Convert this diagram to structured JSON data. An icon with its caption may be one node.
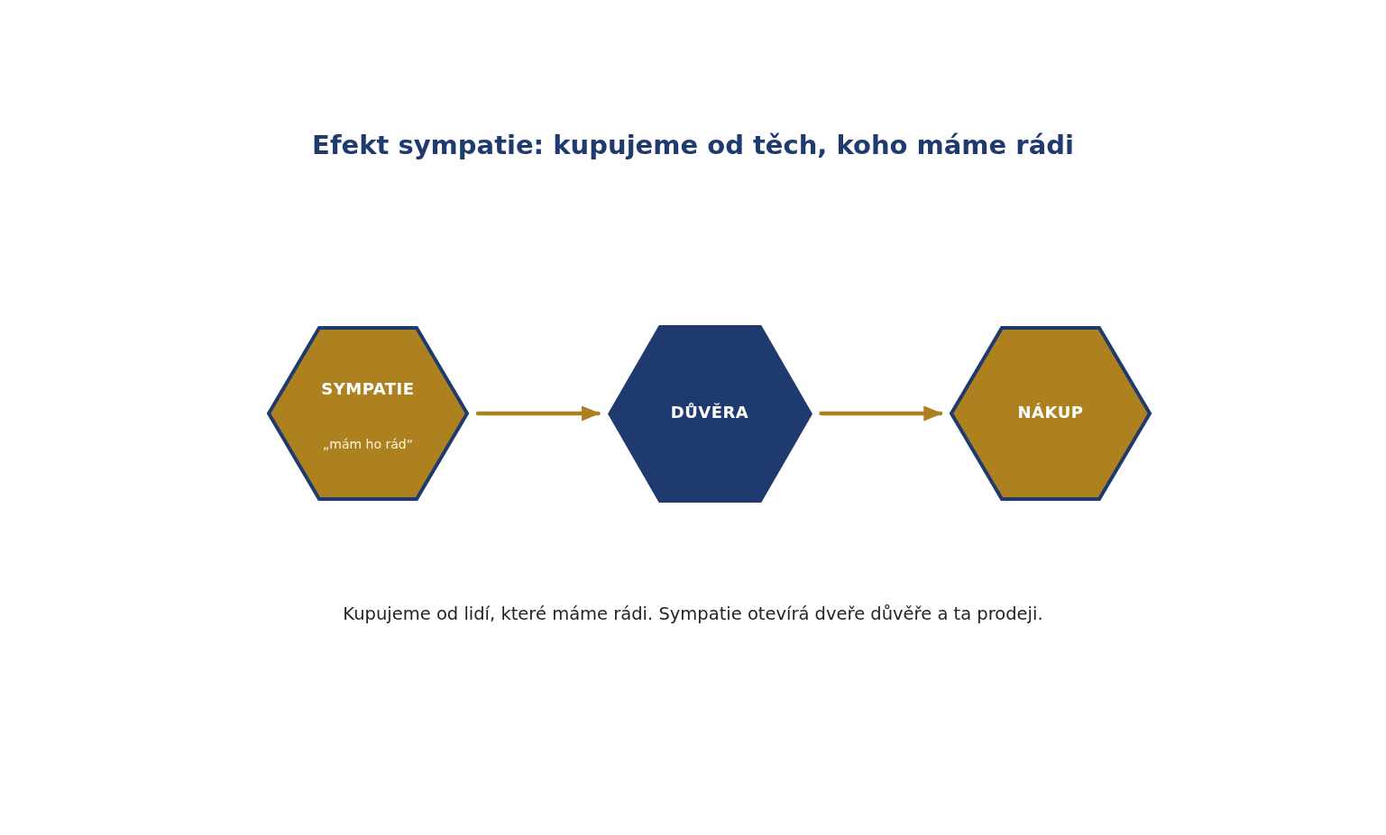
{
  "diagram": {
    "title": "Efekt sympatie: kupujeme od těch, koho máme rádi",
    "caption": "Kupujeme od lidí, které máme rádi. Sympatie otevírá dveře důvěře a ta prodeji.",
    "nodes": [
      {
        "text": [
          "SYMPATIE",
          "„mám ho rád“"
        ]
      },
      {
        "text": [
          "DŮVĚRA"
        ]
      },
      {
        "text": [
          "NÁKUP"
        ]
      }
    ],
    "edges": [
      {
        "from": 0,
        "to": 1,
        "arrow": "to"
      },
      {
        "from": 1,
        "to": 2,
        "arrow": "to"
      }
    ]
  }
}
